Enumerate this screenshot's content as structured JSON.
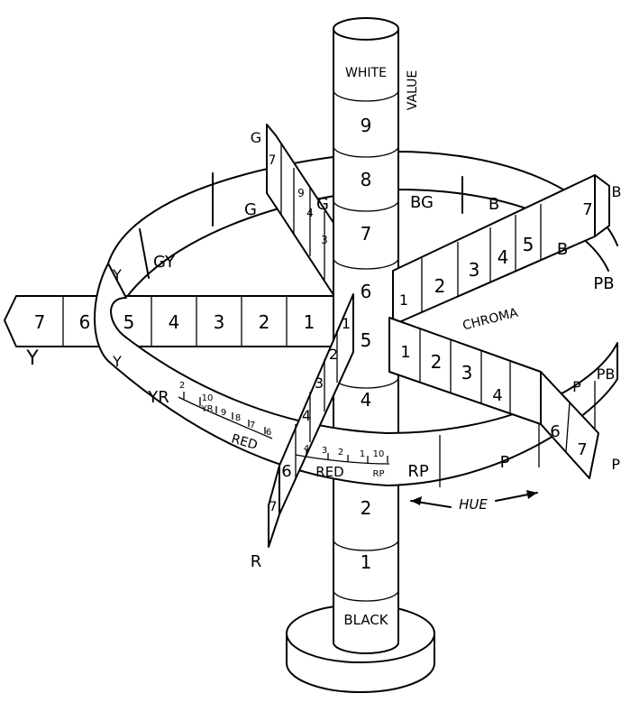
{
  "value_axis": {
    "label": "VALUE",
    "segments": [
      "WHITE",
      "9",
      "8",
      "7",
      "6",
      "5",
      "4",
      "2",
      "1",
      "BLACK"
    ]
  },
  "hue_ring": {
    "label": "HUE",
    "hues": [
      "G",
      "BG",
      "B",
      "PB",
      "P",
      "RP",
      "R",
      "YR",
      "Y",
      "GY"
    ]
  },
  "chroma": {
    "label": "CHROMA",
    "y_arm": [
      "7",
      "6",
      "5",
      "4",
      "3",
      "2",
      "1"
    ],
    "pb_arm": [
      "1",
      "2",
      "3",
      "4",
      "5"
    ],
    "p_arm": [
      "1",
      "2",
      "3",
      "4"
    ],
    "g_arm": [
      "9",
      "4",
      "3"
    ],
    "r_arm": [
      "1",
      "2",
      "3",
      "4"
    ],
    "end_labels": {
      "y": "Y",
      "g": "G",
      "b": "B",
      "r": "R",
      "p": "P"
    },
    "end_tip_numbers": {
      "b": "7",
      "p1": "6",
      "p2": "7",
      "r": "7",
      "r2": "6",
      "g": "7"
    }
  },
  "red_scales": {
    "yr_ticks": [
      "2",
      "10",
      "9",
      "8",
      "7",
      "6"
    ],
    "yr_sub": "YR",
    "red_ticks": [
      "4",
      "3",
      "2",
      "1",
      "10"
    ],
    "rp_sub": "RP",
    "red_label": "RED"
  }
}
